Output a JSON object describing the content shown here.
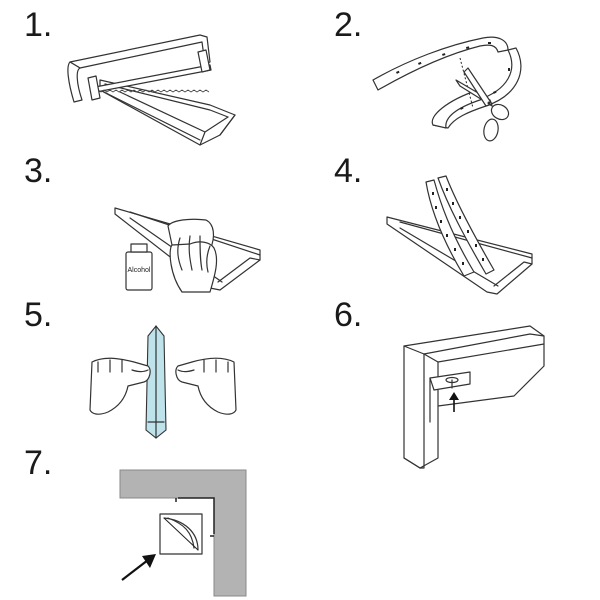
{
  "steps": [
    {
      "number": "1.",
      "icon": "saw-cutting-profile-icon"
    },
    {
      "number": "2.",
      "icon": "scissors-cutting-led-strip-icon"
    },
    {
      "number": "3.",
      "icon": "cleaning-profile-with-alcohol-icon"
    },
    {
      "number": "4.",
      "icon": "inserting-led-strip-icon"
    },
    {
      "number": "5.",
      "icon": "attaching-diffuser-cover-icon"
    },
    {
      "number": "6.",
      "icon": "screw-mounting-clip-icon"
    },
    {
      "number": "7.",
      "icon": "corner-profile-installation-icon"
    }
  ],
  "bottle": {
    "label": "Alcohol"
  },
  "colors": {
    "line": "#333333",
    "wall": "#b3b3b3",
    "cover": "#bfe3ea"
  }
}
